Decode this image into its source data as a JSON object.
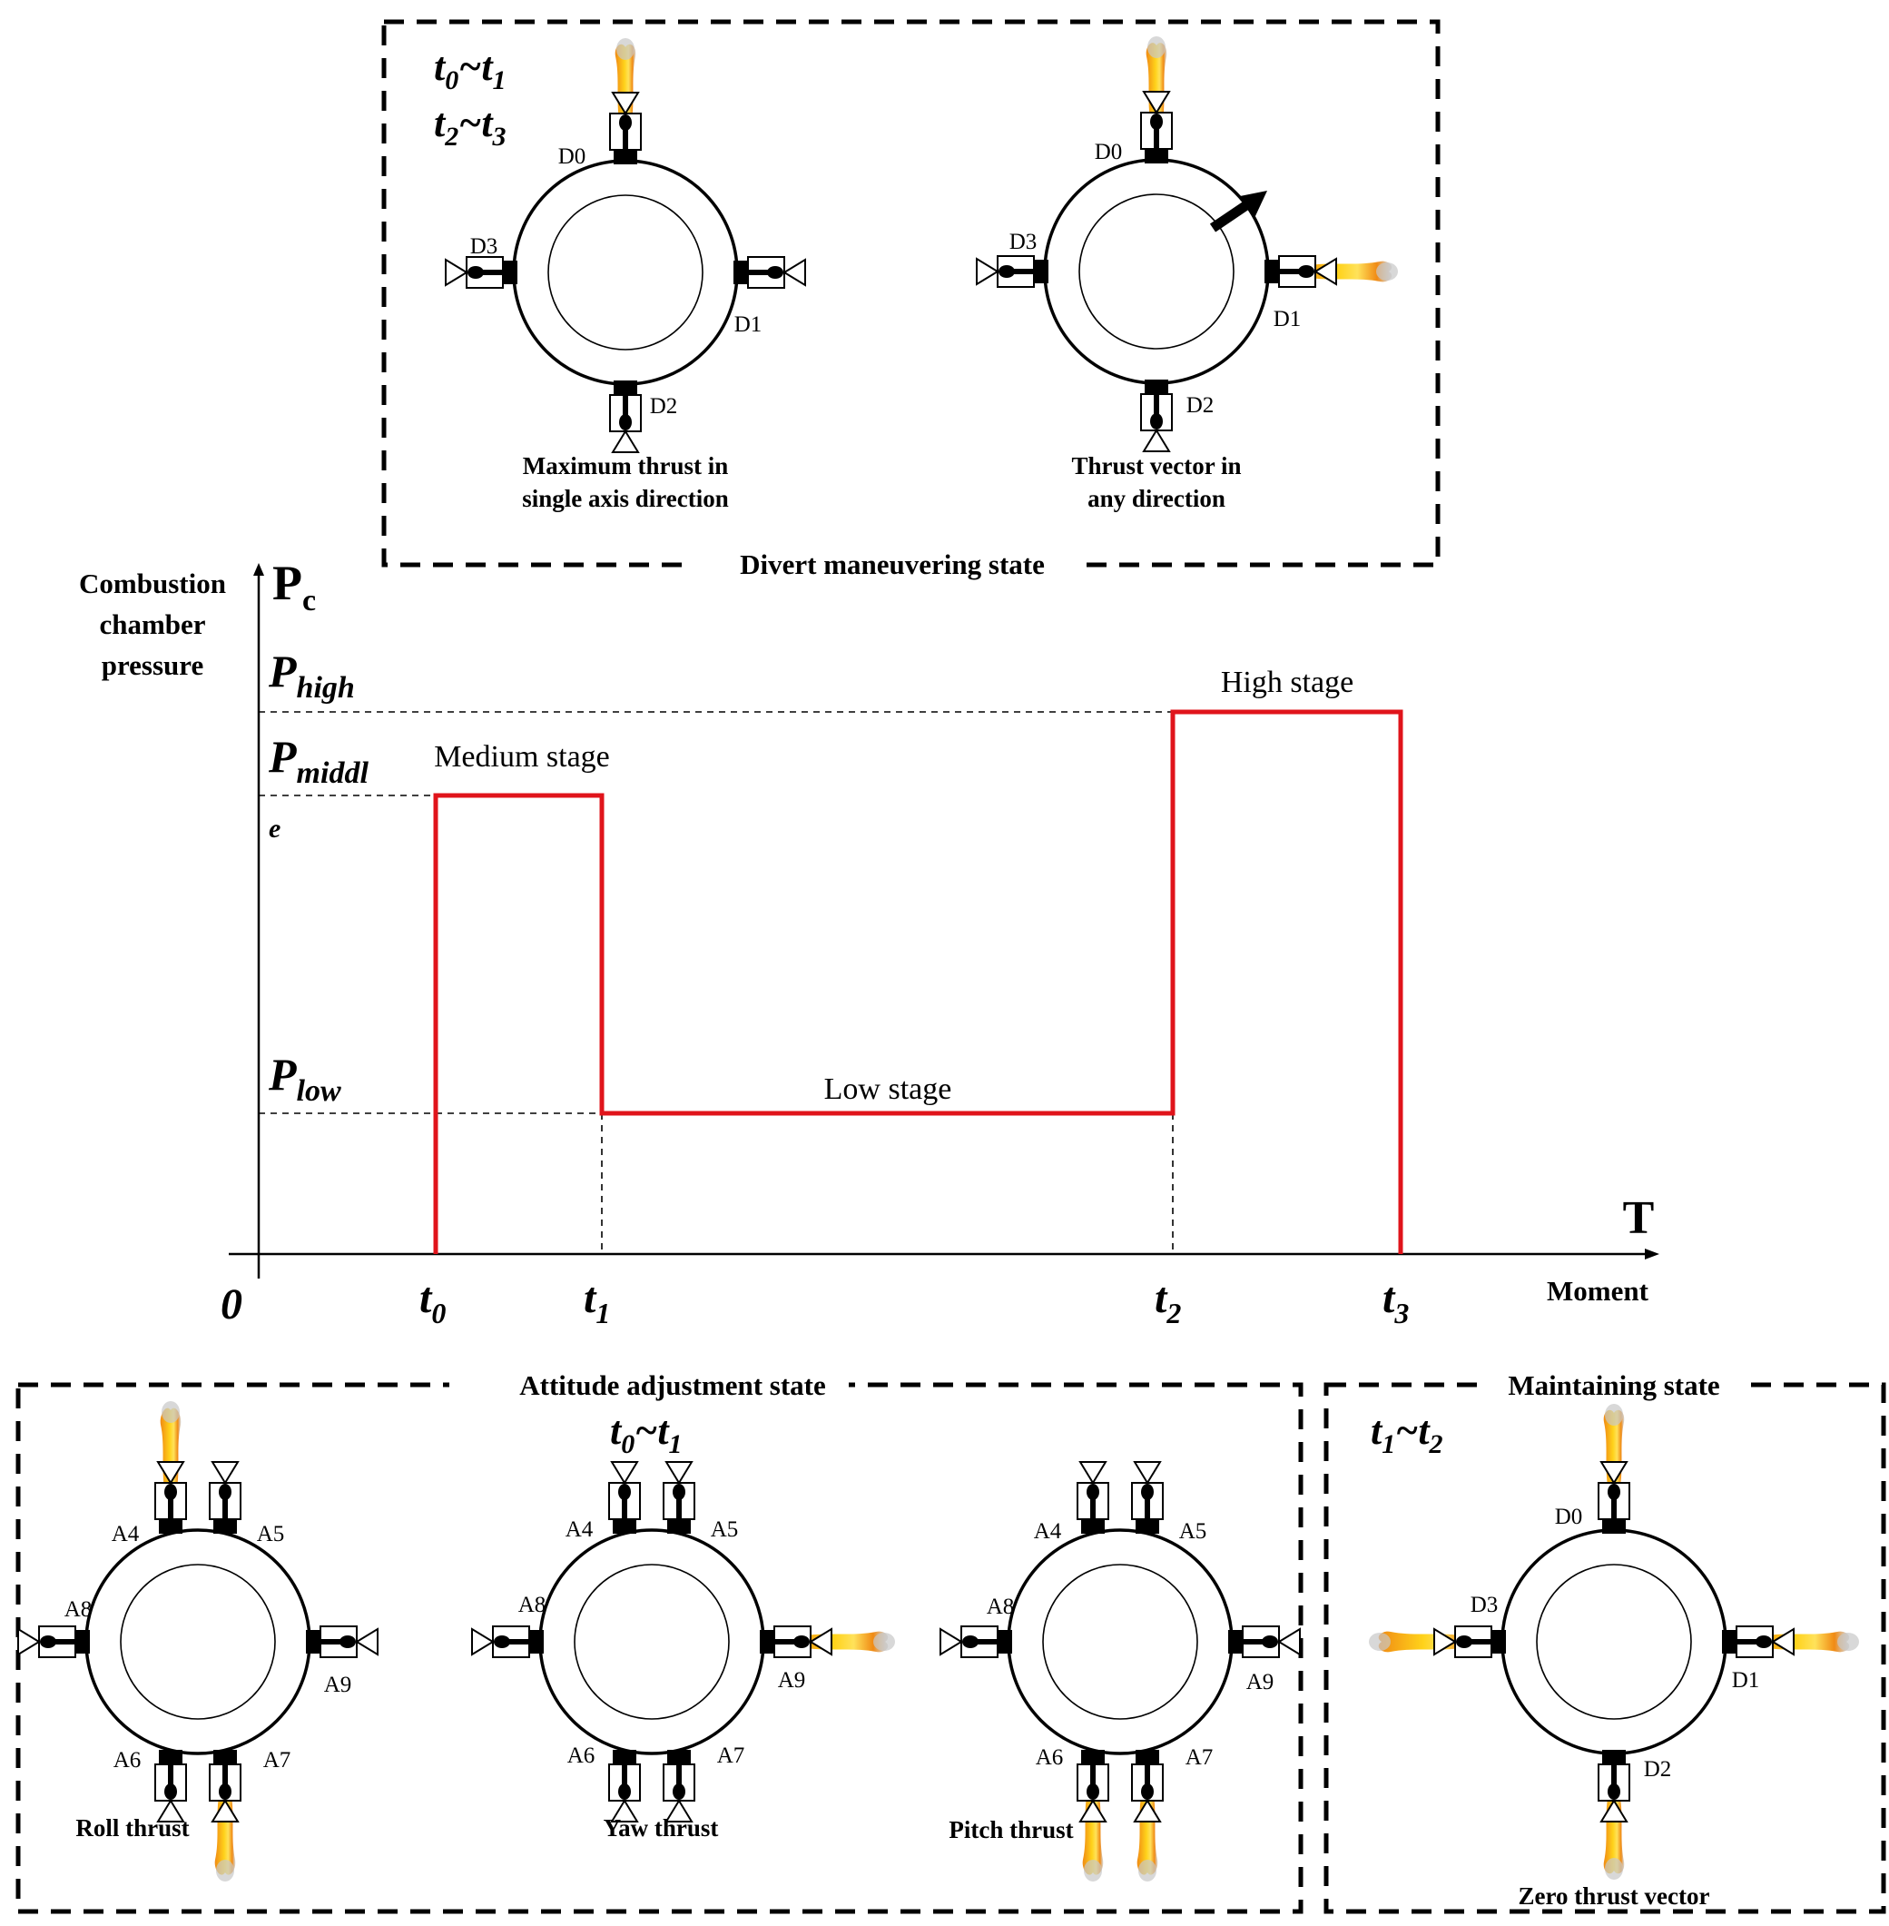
{
  "divert_panel": {
    "title": "Divert maneuvering state",
    "time_line1": {
      "a": "t",
      "a_sub": "0",
      "sep": "~",
      "b": "t",
      "b_sub": "1"
    },
    "time_line2": {
      "a": "t",
      "a_sub": "2",
      "sep": "~",
      "b": "t",
      "b_sub": "3"
    },
    "config_single_axis": {
      "labels": {
        "d0": "D0",
        "d1": "D1",
        "d2": "D2",
        "d3": "D3"
      },
      "firing": [
        "up"
      ],
      "caption_line1": "Maximum thrust in",
      "caption_line2": "single axis direction"
    },
    "config_any_direction": {
      "labels": {
        "d0": "D0",
        "d1": "D1",
        "d2": "D2",
        "d3": "D3"
      },
      "firing": [
        "up",
        "right"
      ],
      "caption_line1": "Thrust vector in",
      "caption_line2": "any direction"
    }
  },
  "pressure_chart": {
    "y_axis_title_line1": "Combustion",
    "y_axis_title_line2": "chamber",
    "y_axis_title_line3": "pressure",
    "y_symbol": "P",
    "y_symbol_sub": "c",
    "x_symbol": "T",
    "x_axis_title": "Moment",
    "origin_label": "0",
    "levels": {
      "high": {
        "base": "P",
        "sub": "high"
      },
      "middle": {
        "base": "P",
        "sub": "middl",
        "wrap": "e"
      },
      "low": {
        "base": "P",
        "sub": "low"
      }
    },
    "ticks": [
      {
        "base": "t",
        "sub": "0"
      },
      {
        "base": "t",
        "sub": "1"
      },
      {
        "base": "t",
        "sub": "2"
      },
      {
        "base": "t",
        "sub": "3"
      }
    ],
    "stage_labels": {
      "medium": "Medium stage",
      "low": "Low stage",
      "high": "High stage"
    },
    "line_color": "#e0141b"
  },
  "attitude_panel": {
    "title": "Attitude adjustment state",
    "time": {
      "a": "t",
      "a_sub": "0",
      "sep": "~",
      "b": "t",
      "b_sub": "1"
    },
    "roll": {
      "labels": {
        "a4": "A4",
        "a5": "A5",
        "a6": "A6",
        "a7": "A7",
        "a8": "A8",
        "a9": "A9"
      },
      "firing": [
        "A4",
        "A7"
      ],
      "caption": "Roll thrust"
    },
    "yaw": {
      "labels": {
        "a4": "A4",
        "a5": "A5",
        "a6": "A6",
        "a7": "A7",
        "a8": "A8",
        "a9": "A9"
      },
      "firing": [
        "A9"
      ],
      "caption": "Yaw thrust"
    },
    "pitch": {
      "labels": {
        "a4": "A4",
        "a5": "A5",
        "a6": "A6",
        "a7": "A7",
        "a8": "A8",
        "a9": "A9"
      },
      "firing": [
        "A6",
        "A7"
      ],
      "caption": "Pitch thrust"
    }
  },
  "maintain_panel": {
    "title": "Maintaining state",
    "time": {
      "a": "t",
      "a_sub": "1",
      "sep": "~",
      "b": "t",
      "b_sub": "2"
    },
    "config": {
      "labels": {
        "d0": "D0",
        "d1": "D1",
        "d2": "D2",
        "d3": "D3"
      },
      "firing": [
        "up",
        "right",
        "down",
        "left"
      ],
      "caption": "Zero thrust vector"
    }
  },
  "colors": {
    "plume_core": "#ffd21a",
    "plume_edge": "#f08a14",
    "plume_smoke": "#c8c8c8"
  }
}
